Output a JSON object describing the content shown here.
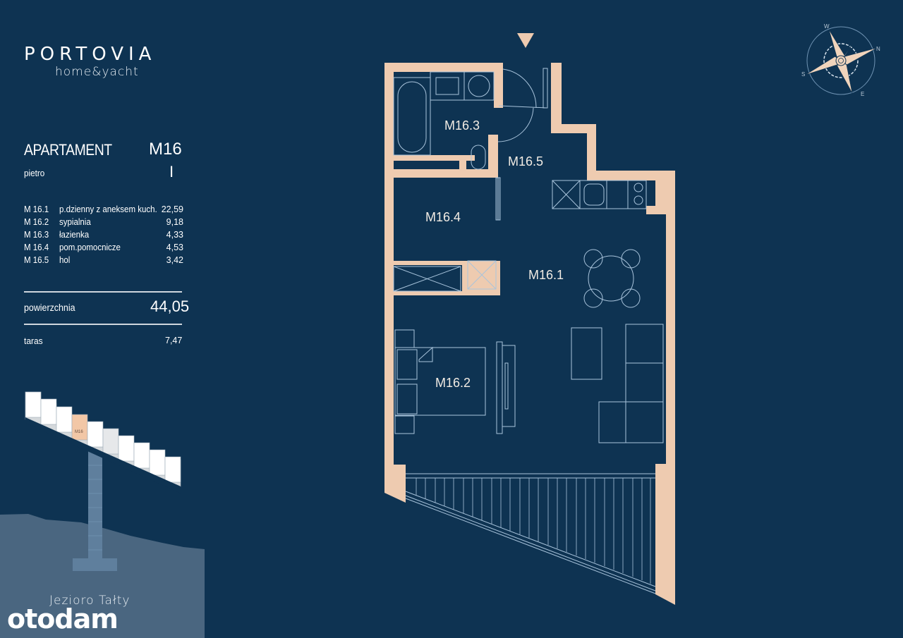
{
  "brand": {
    "name": "PORTOVIA",
    "tagline": "home&yacht"
  },
  "apartment": {
    "label": "APARTAMENT",
    "code": "M16",
    "floor_label": "pietro",
    "floor_value": "I"
  },
  "rooms": [
    {
      "code": "M 16.1",
      "name": "p.dzienny z aneksem kuch.",
      "area": "22,59",
      "plan_label": "M16.1"
    },
    {
      "code": "M 16.2",
      "name": "sypialnia",
      "area": "9,18",
      "plan_label": "M16.2"
    },
    {
      "code": "M 16.3",
      "name": "łazienka",
      "area": "4,33",
      "plan_label": "M16.3"
    },
    {
      "code": "M 16.4",
      "name": "pom.pomocnicze",
      "area": "4,53",
      "plan_label": "M16.4"
    },
    {
      "code": "M 16.5",
      "name": "hol",
      "area": "3,42",
      "plan_label": "M16.5"
    }
  ],
  "totals": {
    "area_label": "powierzchnia",
    "area_value": "44,05",
    "terrace_label": "taras",
    "terrace_value": "7,47"
  },
  "site_plan": {
    "highlight_unit": "M16",
    "lake_name": "Jezioro Tałty"
  },
  "compass": {
    "directions": [
      "N",
      "E",
      "S",
      "W"
    ]
  },
  "watermark": "otodam",
  "colors": {
    "background": "#0e3352",
    "wall": "#eecbb0",
    "line": "#a9c4dc",
    "lake": "#4a6680",
    "highlight": "#f2c7a6"
  }
}
